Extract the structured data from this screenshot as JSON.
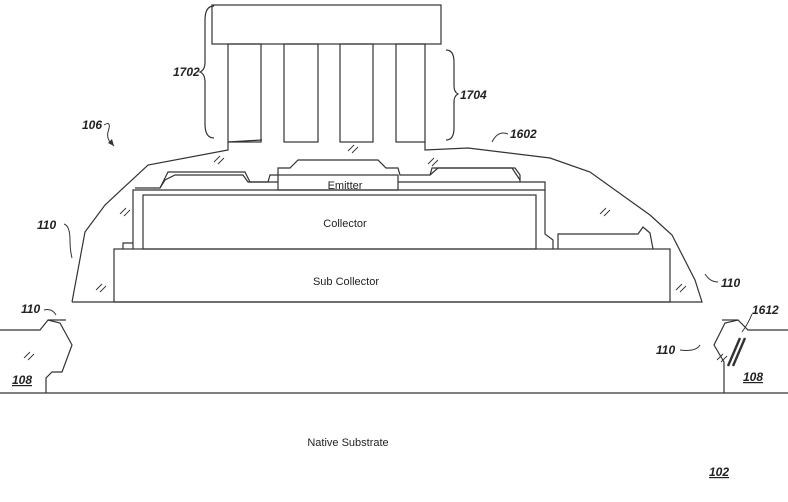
{
  "labels": {
    "emitter": "Emitter",
    "collector": "Collector",
    "sub_collector": "Sub Collector",
    "native_substrate": "Native Substrate"
  },
  "refs": {
    "r1702": "1702",
    "r1704": "1704",
    "r106": "106",
    "r1602": "1602",
    "r110_left_mid": "110",
    "r110_right_mid": "110",
    "r110_left_low": "110",
    "r110_right_low": "110",
    "r1612": "1612",
    "r108_left": "108",
    "r108_right": "108",
    "r102": "102"
  }
}
